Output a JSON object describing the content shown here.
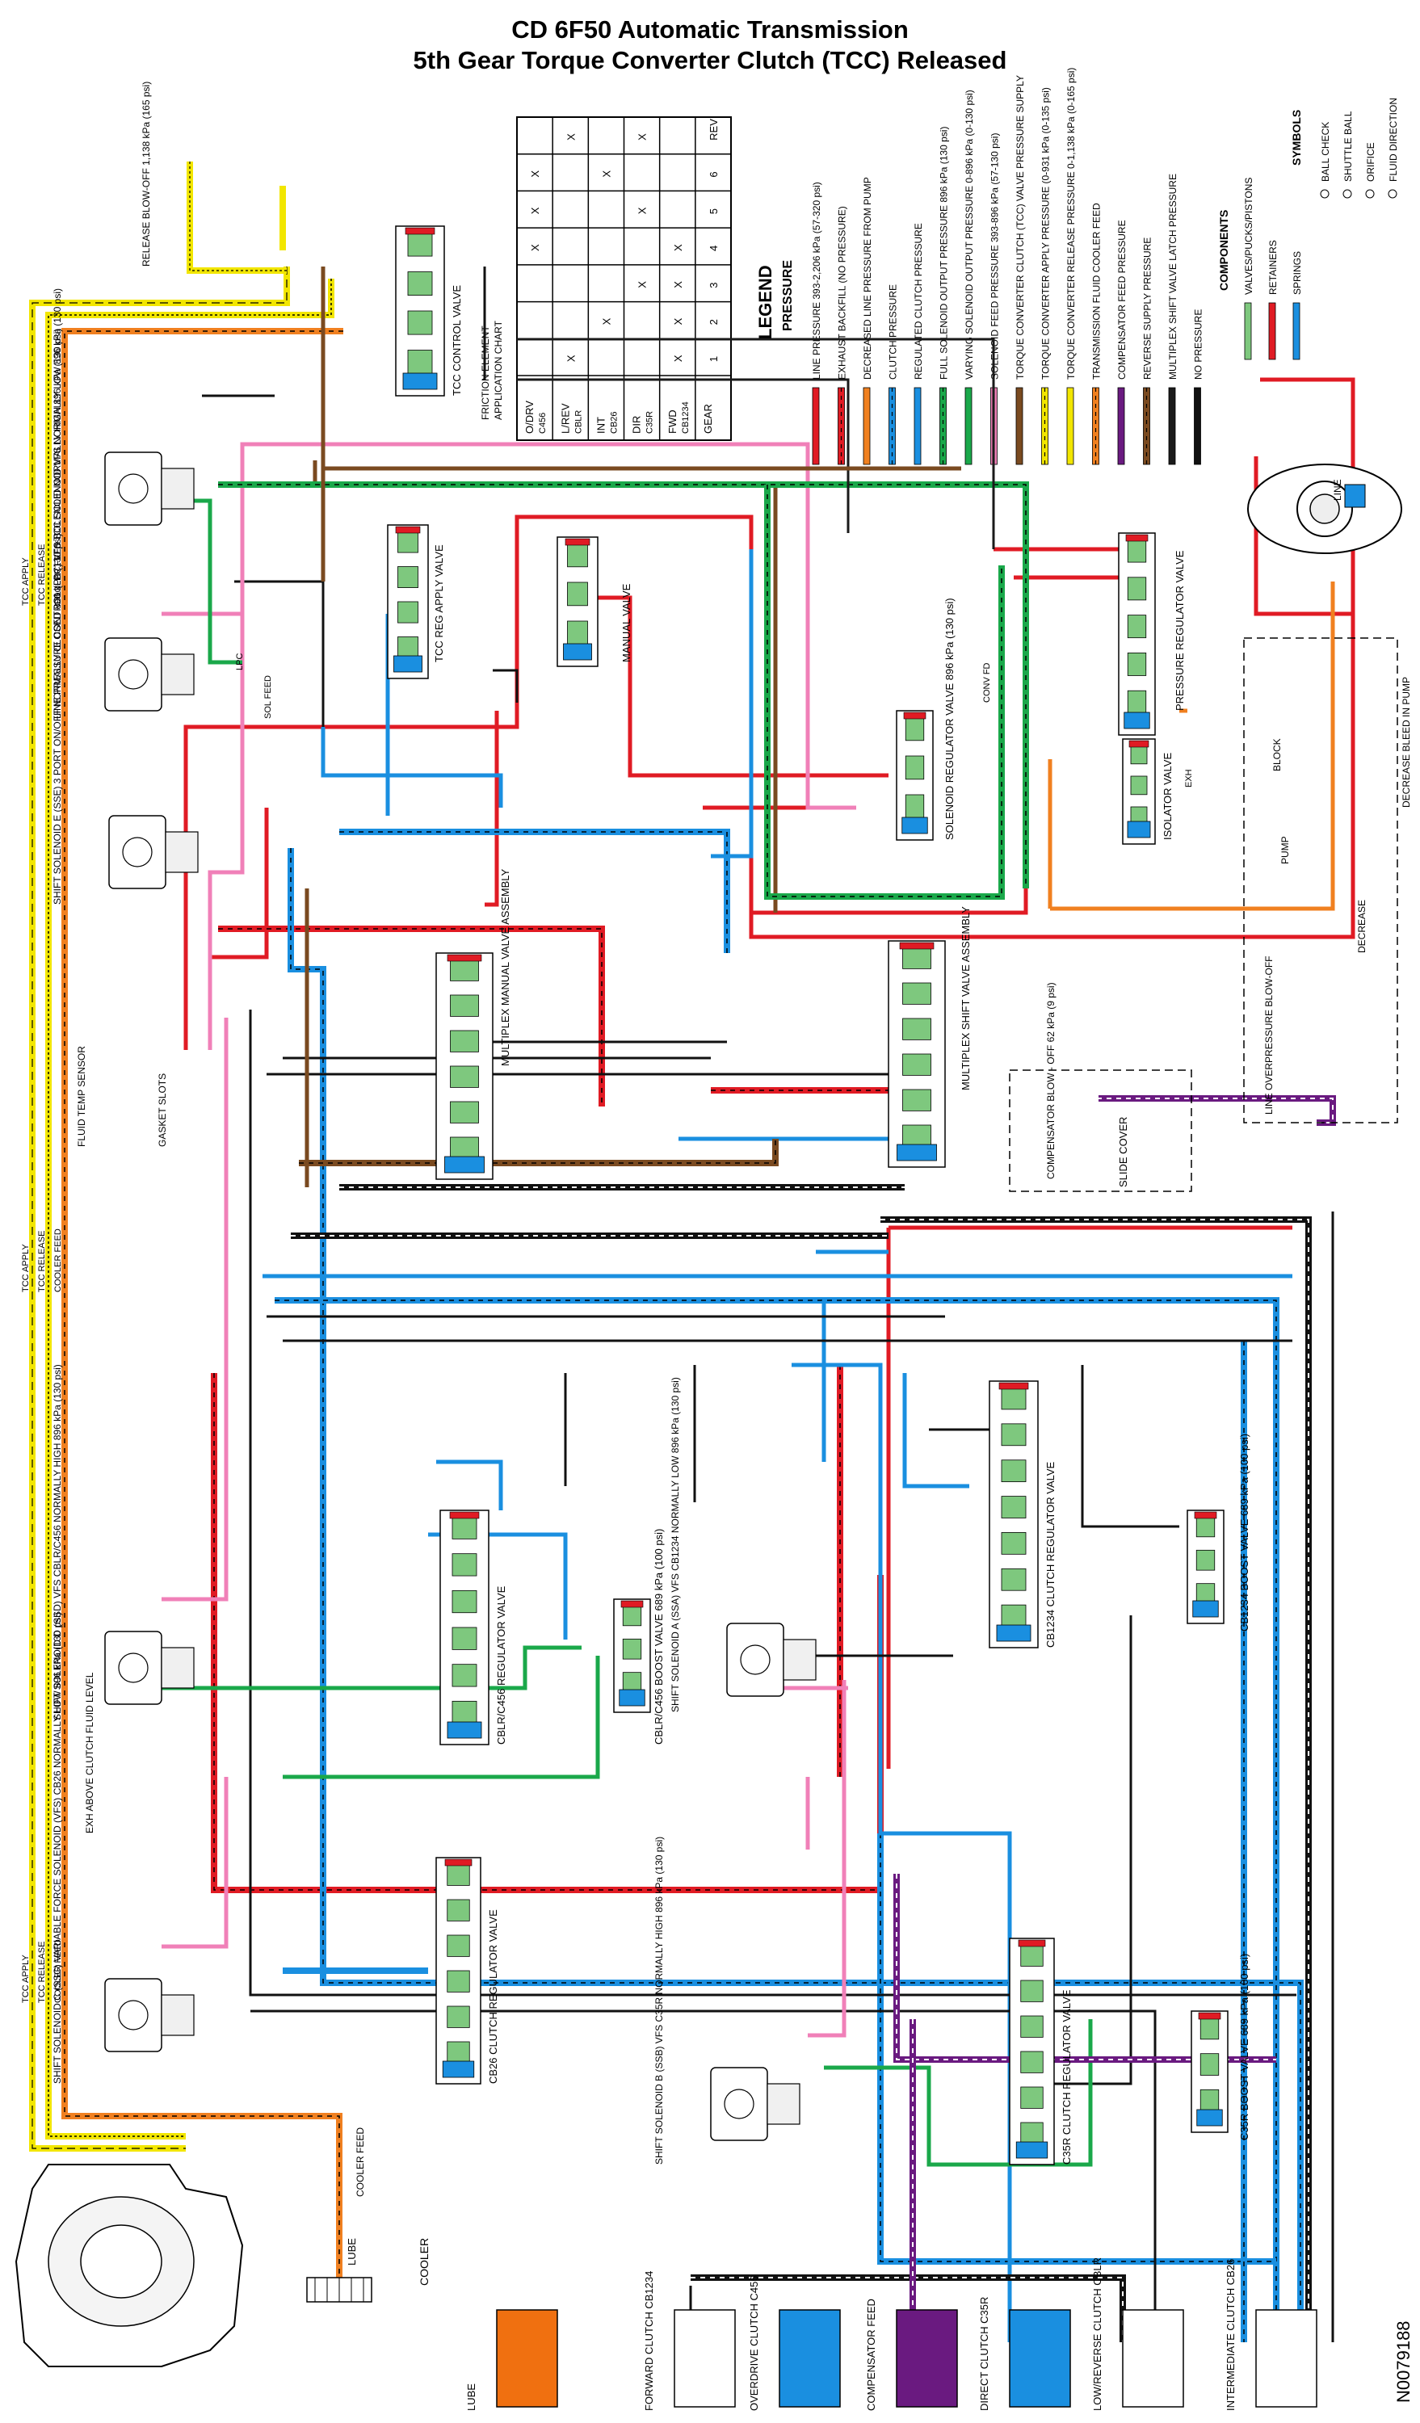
{
  "title": {
    "line1": "CD 6F50 Automatic Transmission",
    "line2": "5th Gear Torque Converter Clutch (TCC) Released"
  },
  "figure_id": "N0079188",
  "friction_chart": {
    "caption_line1": "FRICTION ELEMENT",
    "caption_line2": "APPLICATION CHART",
    "columns": [
      "GEAR",
      "FWD",
      "DIR",
      "INT",
      "L/REV",
      "O/DRV"
    ],
    "subheaders": [
      "",
      "CB1234",
      "C35R",
      "CB26",
      "CBLR",
      "C456"
    ],
    "rows": [
      [
        "1",
        "X",
        "",
        "",
        "X",
        ""
      ],
      [
        "2",
        "X",
        "",
        "X",
        "",
        ""
      ],
      [
        "3",
        "X",
        "X",
        "",
        "",
        ""
      ],
      [
        "4",
        "X",
        "",
        "",
        "",
        "X"
      ],
      [
        "5",
        "",
        "X",
        "",
        "",
        "X"
      ],
      [
        "6",
        "",
        "",
        "X",
        "",
        "X"
      ],
      [
        "REV",
        "",
        "X",
        "",
        "X",
        ""
      ]
    ]
  },
  "legend": {
    "title": "LEGEND",
    "pressure_title": "PRESSURE",
    "items": [
      {
        "label": "LINE PRESSURE 393-2,206 kPa (57-320 psi)",
        "color": "#e01b24"
      },
      {
        "label": "EXHAUST BACKFILL (NO PRESSURE)",
        "color": "#e01b24"
      },
      {
        "label": "DECREASED LINE PRESSURE FROM PUMP",
        "color": "#f08020"
      },
      {
        "label": "CLUTCH PRESSURE",
        "color": "#1a8fe0"
      },
      {
        "label": "REGULATED CLUTCH PRESSURE",
        "color": "#1a8fe0"
      },
      {
        "label": "FULL SOLENOID OUTPUT PRESSURE 896 kPa (130 psi)",
        "color": "#1aa84a"
      },
      {
        "label": "VARYING SOLENOID OUTPUT PRESSURE 0-896 kPa (0-130 psi)",
        "color": "#1aa84a"
      },
      {
        "label": "SOLENOID FEED PRESSURE 393-896 kPa (57-130 psi)",
        "color": "#f080b8"
      },
      {
        "label": "TORQUE CONVERTER CLUTCH (TCC) VALVE PRESSURE SUPPLY",
        "color": "#7a4a20"
      },
      {
        "label": "TORQUE CONVERTER APPLY PRESSURE (0-931 kPa (0-135 psi)",
        "color": "#f2e600"
      },
      {
        "label": "TORQUE CONVERTER RELEASE PRESSURE 0-1,138 kPa (0-165 psi)",
        "color": "#f2e600"
      },
      {
        "label": "TRANSMISSION FLUID COOLER FEED",
        "color": "#f08020"
      },
      {
        "label": "COMPENSATOR FEED PRESSURE",
        "color": "#6a1a80"
      },
      {
        "label": "REVERSE SUPPLY PRESSURE",
        "color": "#7a4a20"
      },
      {
        "label": "MULTIPLEX SHIFT VALVE LATCH PRESSURE",
        "color": "#1a1a1a"
      },
      {
        "label": "NO PRESSURE",
        "color": "#111111"
      }
    ],
    "components_title": "COMPONENTS",
    "components": [
      {
        "label": "VALVES/PUCKS/PISTONS",
        "color": "#7ec87e"
      },
      {
        "label": "RETAINERS",
        "color": "#e01b24"
      },
      {
        "label": "SPRINGS",
        "color": "#1a8fe0"
      }
    ],
    "symbols_title": "SYMBOLS",
    "symbols": [
      "BALL CHECK",
      "SHUTTLE BALL",
      "ORIFICE",
      "FLUID DIRECTION"
    ]
  },
  "valves": {
    "tcc_control": "TCC CONTROL VALVE",
    "tcc_reg_apply": "TCC REG APPLY VALVE",
    "manual": "MANUAL VALVE",
    "pressure_regulator": "PRESSURE REGULATOR VALVE",
    "isolator": "ISOLATOR VALVE",
    "solenoid_regulator": "SOLENOID REGULATOR VALVE 896 kPa (130 psi)",
    "multiplex_manual": "MULTIPLEX MANUAL VALVE ASSEMBLY",
    "multiplex_shift": "MULTIPLEX SHIFT VALVE ASSEMBLY",
    "cb1234_regulator": "CB1234 CLUTCH REGULATOR VALVE",
    "cb1234_boost": "CB1234 BOOST VALVE 689 kPa (100 psi)",
    "cblr_regulator": "CBLR/C456 REGULATOR VALVE",
    "cblr_boost": "CBLR/C456 BOOST VALVE 689 kPa (100 psi)",
    "cb26_regulator": "CB26 CLUTCH REGULATOR VALVE",
    "c35r_regulator": "C35R CLUTCH REGULATOR VALVE",
    "c35r_boost": "C35R BOOST VALVE 689 kPa (100 psi)"
  },
  "solenoids": {
    "tcc": "TCC SOLENOID VFS NORMALLY LOW 896 kPa (130 psi)",
    "lpc": "LINE PRESSURE CONTROL (LPC) VFS SOLENOID NORMALLY HIGH 896 kPa (130 psi)",
    "sse": "SHIFT SOLENOID E (SSE) 3 PORT ON/OFF NORMALLY CLOSED 896 kPa (130 psi)",
    "ssd": "SHIFT SOLENOID D (SSD) VFS CBLR/C456 NORMALLY HIGH 896 kPa (130 psi)",
    "ssc": "SHIFT SOLENOID C (SSC) VARIABLE FORCE SOLENOID (VFS) CB26 NORMALLY LOW 896 kPa (130 psi)",
    "ssa": "SHIFT SOLENOID A (SSA) VFS CB1234 NORMALLY LOW 896 kPa (130 psi)",
    "ssb": "SHIFT SOLENOID B (SSB) VFS C35R NORMALLY HIGH 896 kPa (130 psi)"
  },
  "misc_labels": {
    "release_blowoff": "RELEASE BLOW-OFF 1,138 kPa (165 psi)",
    "fluid_temp": "FLUID TEMP SENSOR",
    "gasket_slots": "GASKET SLOTS",
    "exh_above": "EXH ABOVE CLUTCH FLUID LEVEL",
    "compensator_blowoff": "COMPENSATOR BLOW - OFF 62 kPa (9 psi)",
    "slide_cover": "SLIDE COVER",
    "line_overpressure": "LINE OVERPRESSURE BLOW-OFF",
    "decrease_bleed": "DECREASE BLEED IN PUMP",
    "decrease": "DECREASE",
    "line": "LINE",
    "pump": "PUMP",
    "block": "BLOCK",
    "tcc_apply": "TCC APPLY",
    "tcc_release": "TCC RELEASE",
    "cooler_feed": "COOLER FEED",
    "sol_feed": "SOL FEED",
    "lpc": "LPC",
    "conv_fd": "CONV FD",
    "exh": "EXH",
    "lube": "LUBE",
    "cooler": "COOLER"
  },
  "clutch_boxes": [
    {
      "label": "LUBE",
      "color": "#f07010"
    },
    {
      "label": "FORWARD CLUTCH CB1234",
      "color": "#ffffff"
    },
    {
      "label": "OVERDRIVE CLUTCH C456",
      "color": "#1a8fe0"
    },
    {
      "label": "COMPENSATOR FEED",
      "color": "#6a1a80"
    },
    {
      "label": "DIRECT CLUTCH C35R",
      "color": "#1a8fe0"
    },
    {
      "label": "LOW/REVERSE CLUTCH CBLR",
      "color": "#ffffff"
    },
    {
      "label": "INTERMEDIATE CLUTCH CB26",
      "color": "#ffffff"
    }
  ]
}
